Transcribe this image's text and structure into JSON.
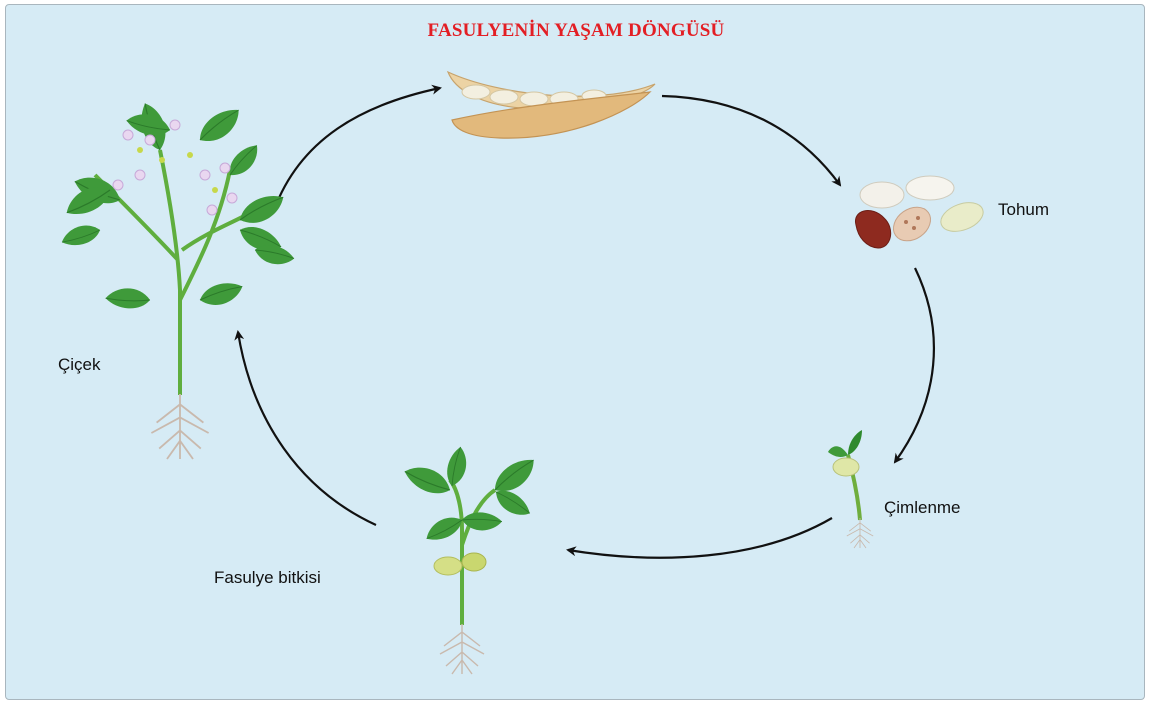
{
  "diagram": {
    "title": "FASULYENİN YAŞAM DÖNGÜSÜ",
    "stages": [
      {
        "id": "pod",
        "label": ""
      },
      {
        "id": "seed",
        "label": "Tohum"
      },
      {
        "id": "germination",
        "label": "Çimlenme"
      },
      {
        "id": "bean-plant",
        "label": "Fasulye bitkisi"
      },
      {
        "id": "flower",
        "label": "Çiçek"
      }
    ],
    "colors": {
      "background": "#d6ebf5",
      "title": "#e31e24",
      "leaf": "#3f9a3a",
      "stem": "#5fae3e",
      "arrow": "#111111",
      "flower": "#e9d7f0",
      "pod": "#e6c48f",
      "seed_red": "#8e2a1f"
    },
    "flow": "clockwise"
  }
}
